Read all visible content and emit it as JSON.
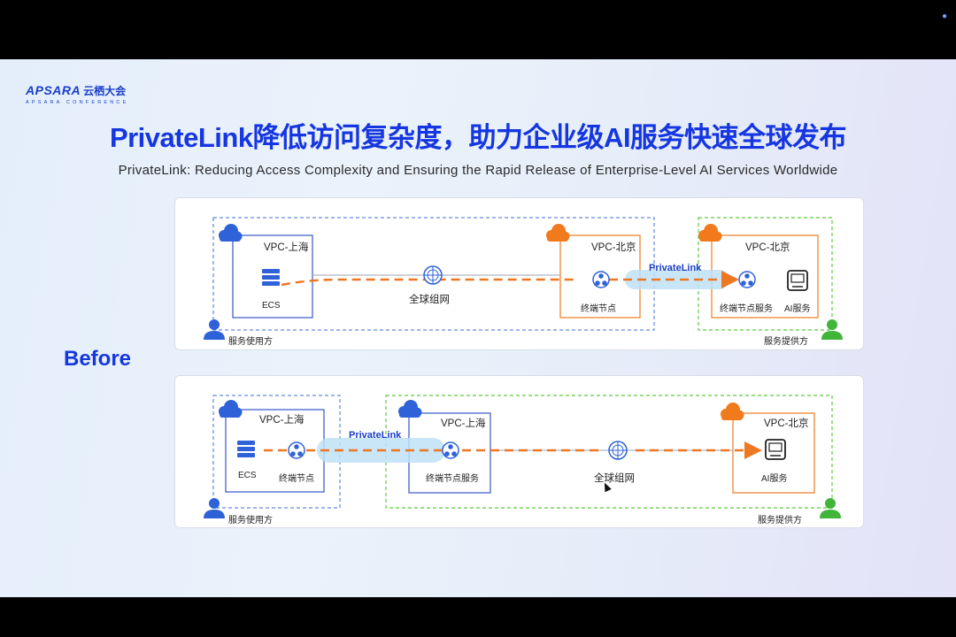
{
  "logo": {
    "brand": "APSARA",
    "cn": "云栖大会",
    "sub": "APSARA CONFERENCE"
  },
  "title": "PrivateLink降低访问复杂度，助力企业级AI服务快速全球发布",
  "subtitle": "PrivateLink: Reducing Access Complexity and Ensuring the Rapid Release of Enterprise-Level AI Services Worldwide",
  "before_label": "Before",
  "colors": {
    "title": "#1536e0",
    "blue_dash": "#3d6fd6",
    "green_dash": "#5ccc3f",
    "orange": "#f07a1c",
    "arrow": "#ee7722"
  },
  "diagram_top": {
    "vpc_shanghai": "VPC-上海",
    "vpc_beijing_mid": "VPC-北京",
    "vpc_beijing_right": "VPC-北京",
    "ecs": "ECS",
    "global_network": "全球组网",
    "endpoint_node": "终端节点",
    "privatelink": "PrivateLink",
    "endpoint_service": "终端节点服务",
    "ai_service": "AI服务",
    "consumer": "服务使用方",
    "provider": "服务提供方"
  },
  "diagram_bottom": {
    "vpc_shanghai_left": "VPC-上海",
    "vpc_shanghai_mid": "VPC-上海",
    "vpc_beijing": "VPC-北京",
    "ecs": "ECS",
    "endpoint_node": "终端节点",
    "privatelink": "PrivateLink",
    "endpoint_service": "终端节点服务",
    "global_network": "全球组网",
    "ai_service": "AI服务",
    "consumer": "服务使用方",
    "provider": "服务提供方"
  }
}
